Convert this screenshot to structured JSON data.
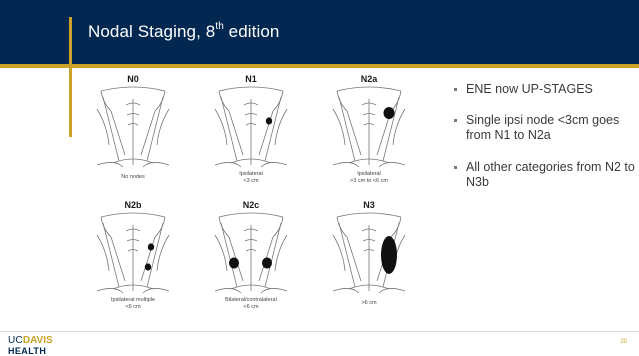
{
  "slide": {
    "title_main": "Nodal Staging, 8",
    "title_sup": "th",
    "title_end": " edition",
    "page_number": "20"
  },
  "figure": {
    "panels": [
      {
        "label": "N0",
        "caption": "No nodes",
        "nodes": []
      },
      {
        "label": "N1",
        "caption": "Ipsilateral\n<3 cm",
        "nodes": [
          "small-right"
        ]
      },
      {
        "label": "N2a",
        "caption": "Ipsilateral\n>3 cm to <6 cm",
        "nodes": [
          "medium-right"
        ]
      },
      {
        "label": "N2b",
        "caption": "Ipsilateral multiple\n<6 cm",
        "nodes": [
          "small-right",
          "small-right-lower"
        ]
      },
      {
        "label": "N2c",
        "caption": "Bilateral/contralateral\n<6 cm",
        "nodes": [
          "small-left",
          "small-right"
        ]
      },
      {
        "label": "N3",
        "caption": ">6 cm",
        "nodes": [
          "large-right"
        ]
      }
    ]
  },
  "bullets": [
    "ENE now UP-STAGES",
    "Single ipsi node <3cm goes from N1 to N2a",
    "All other categories from N2 to N3b"
  ],
  "logo": {
    "uc": "UC",
    "davis": "DAVIS",
    "health": "HEALTH"
  },
  "colors": {
    "navy": "#022851",
    "gold": "#C9A227"
  }
}
